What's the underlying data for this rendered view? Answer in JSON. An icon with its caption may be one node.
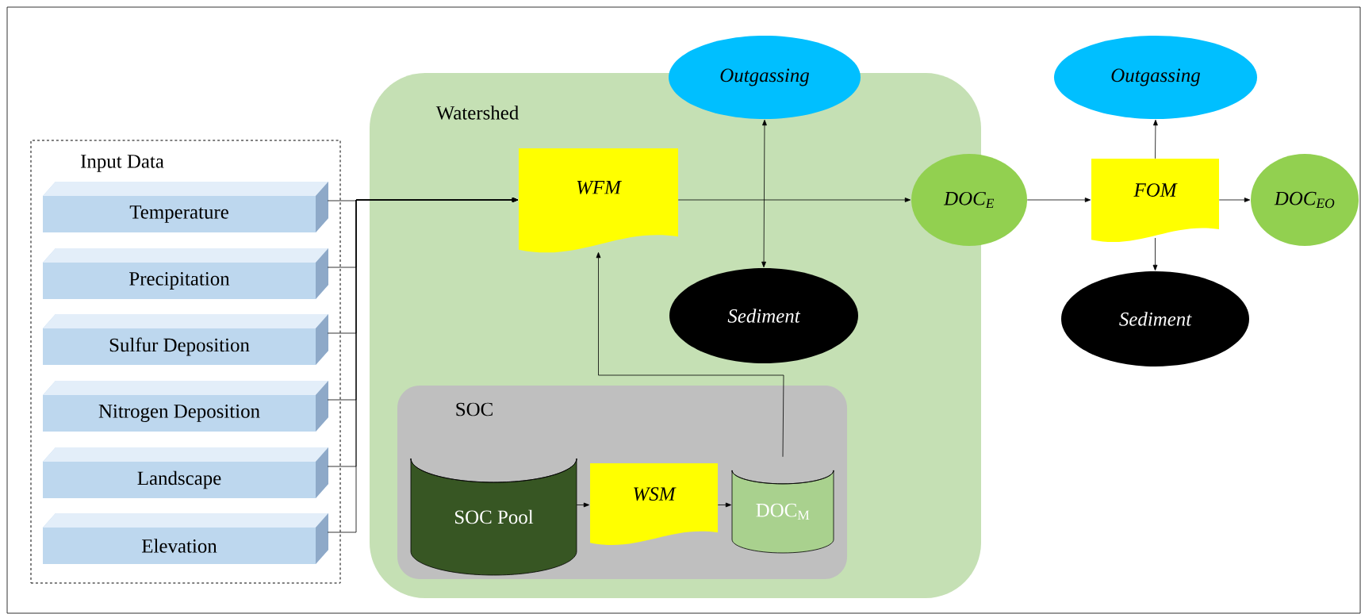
{
  "diagram": {
    "nodes": [
      {
        "text": [
          "Input Data"
        ]
      },
      {
        "text": [
          "Temperature"
        ],
        "in": 0
      },
      {
        "text": [
          "Precipitation"
        ],
        "in": 0
      },
      {
        "text": [
          "Sulfur Deposition"
        ],
        "in": 0
      },
      {
        "text": [
          "Nitrogen Deposition"
        ],
        "in": 0
      },
      {
        "text": [
          "Landscape"
        ],
        "in": 0
      },
      {
        "text": [
          "Elevation"
        ],
        "in": 0
      },
      {
        "text": [
          "Watershed"
        ]
      },
      {
        "text": [
          "Outgassing"
        ]
      },
      {
        "text": [
          "WFM"
        ],
        "in": 7
      },
      {
        "text": [
          "DOC$_{E}$"
        ]
      },
      {
        "text": [
          "Sediment"
        ],
        "in": 7
      },
      {
        "text": [
          "SOC"
        ],
        "in": 7
      },
      {
        "text": [
          "SOC Pool"
        ],
        "in": 12
      },
      {
        "text": [
          "WSM"
        ],
        "in": 12
      },
      {
        "text": [
          "DOC$_{M}$"
        ],
        "in": 12
      },
      {
        "text": [
          "Outgassing"
        ]
      },
      {
        "text": [
          "FOM"
        ]
      },
      {
        "text": [
          "DOC$_{EO}$"
        ]
      },
      {
        "text": [
          "Sediment"
        ]
      }
    ],
    "edges": [
      {
        "from": 1,
        "to": 9,
        "arrow": "to"
      },
      {
        "from": 2,
        "to": 9,
        "arrow": "to"
      },
      {
        "from": 3,
        "to": 9,
        "arrow": "to"
      },
      {
        "from": 4,
        "to": 9,
        "arrow": "to"
      },
      {
        "from": 5,
        "to": 9,
        "arrow": "to"
      },
      {
        "from": 6,
        "to": 9,
        "arrow": "to"
      },
      {
        "from": 9,
        "to": 10,
        "arrow": "to"
      },
      {
        "from": 8,
        "to": 11,
        "arrow": "both"
      },
      {
        "from": 13,
        "to": 14,
        "arrow": "to"
      },
      {
        "from": 14,
        "to": 15,
        "arrow": "to"
      },
      {
        "from": 15,
        "to": 9,
        "arrow": "to"
      },
      {
        "from": 10,
        "to": 17,
        "arrow": "to"
      },
      {
        "from": 17,
        "to": 16,
        "arrow": "to"
      },
      {
        "from": 17,
        "to": 19,
        "arrow": "to"
      },
      {
        "from": 17,
        "to": 18,
        "arrow": "to"
      }
    ]
  }
}
